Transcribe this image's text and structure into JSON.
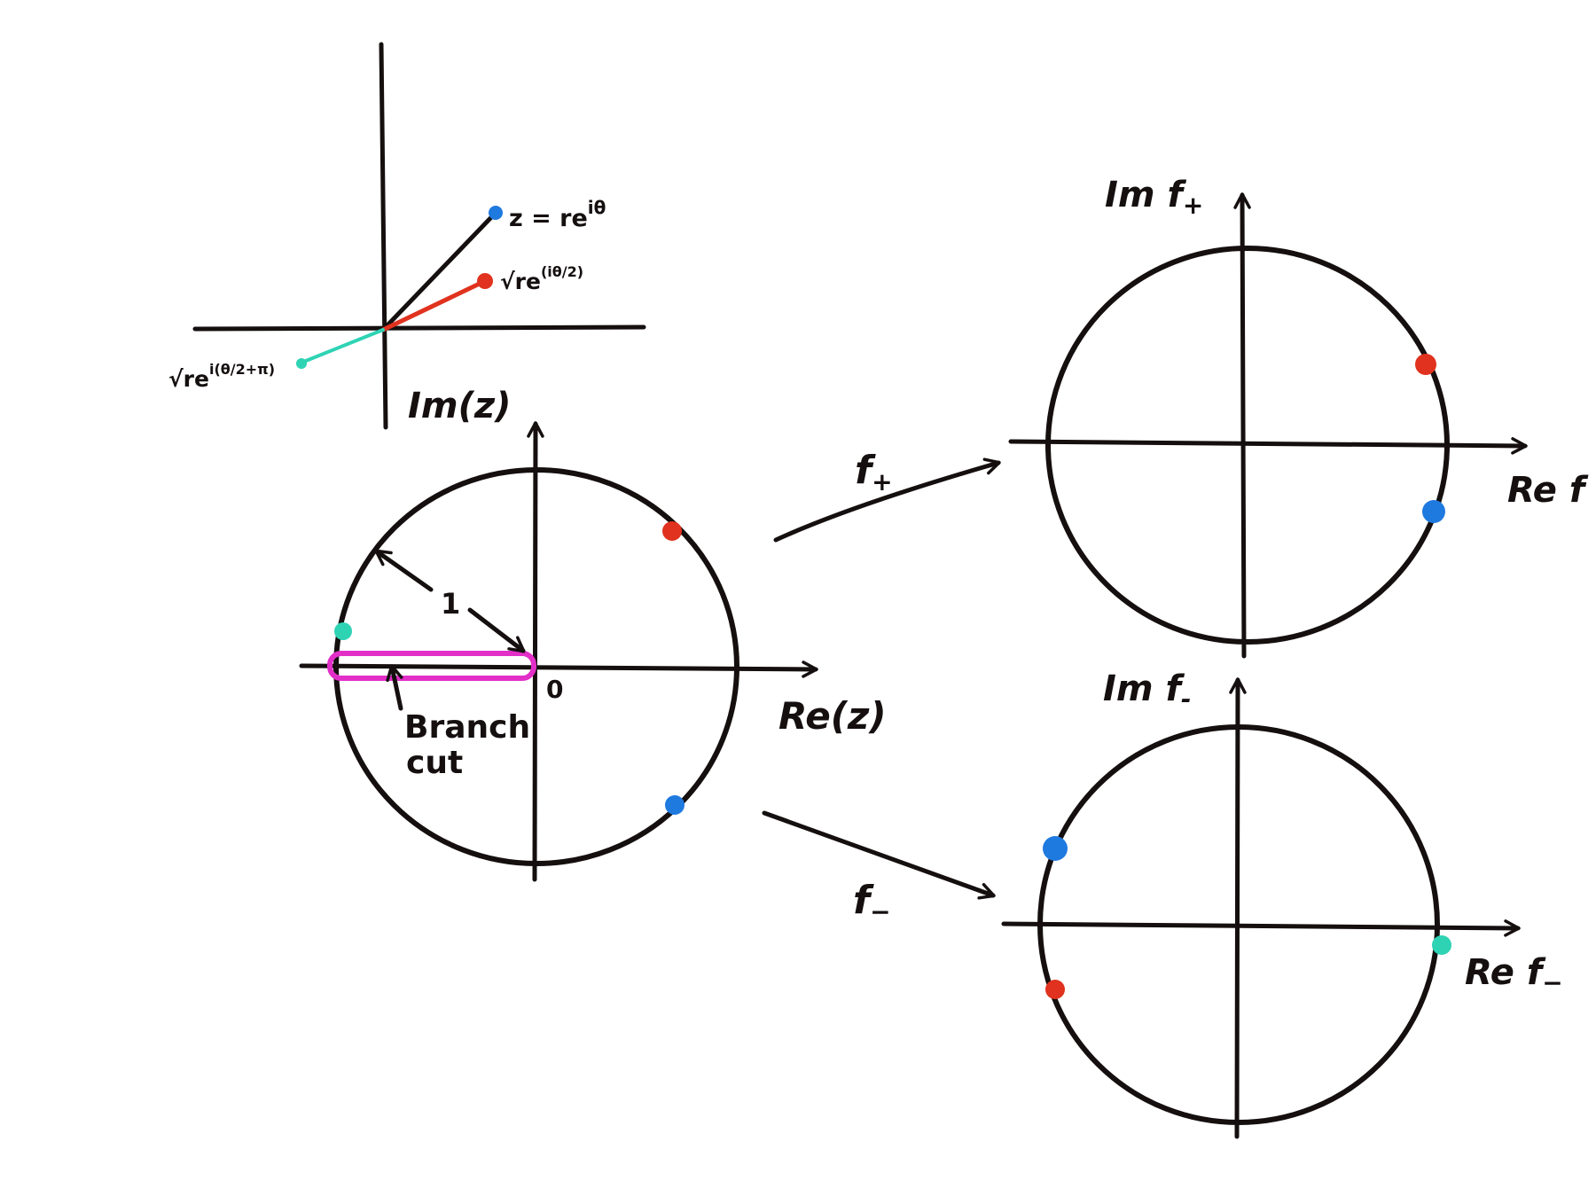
{
  "colors": {
    "ink": "#150f0f",
    "blue": "#1f7ae0",
    "red": "#e0321e",
    "teal": "#2ed3b4",
    "magenta": "#e22fc8"
  },
  "top_sketch": {
    "z_label": "z = re",
    "z_exp": "iθ",
    "red_label": "√re",
    "red_exp": "(iθ/2)",
    "teal_label": "√re",
    "teal_exp": "i(θ/2+π)"
  },
  "left_plane": {
    "im_label": "Im(z)",
    "re_label": "Re(z)",
    "origin_label": "0",
    "radius_label": "1",
    "branch_label_line1": "Branch",
    "branch_label_line2": "cut"
  },
  "maps": {
    "f_plus": "f",
    "f_plus_sub": "+",
    "f_minus": "f",
    "f_minus_sub": "−"
  },
  "plus_plane": {
    "im_label": "Im f",
    "im_sub": "+",
    "re_label": "Re f"
  },
  "minus_plane": {
    "im_label": "Im f",
    "im_sub": "-",
    "re_label": "Re f",
    "re_sub": "−"
  }
}
